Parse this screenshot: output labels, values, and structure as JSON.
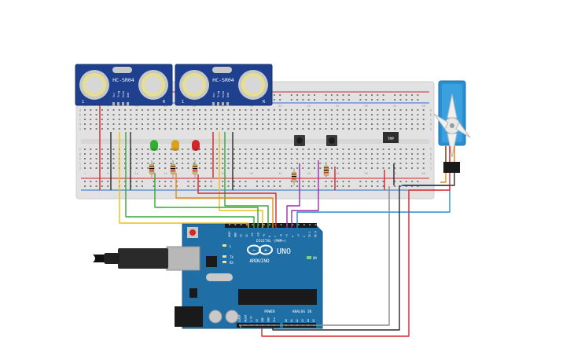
{
  "sensors": [
    {
      "model": "HC-SR04",
      "left_pin": "1",
      "right_pin": "R",
      "pins": [
        "Vcc",
        "Trig",
        "Echo",
        "Gnd"
      ]
    },
    {
      "model": "HC-SR04",
      "left_pin": "1",
      "right_pin": "R",
      "pins": [
        "Vcc",
        "Trig",
        "Echo",
        "Gnd"
      ]
    }
  ],
  "breadboard": {
    "row_letters_top": [
      "a",
      "b",
      "c",
      "d",
      "e"
    ],
    "row_letters_bottom": [
      "f",
      "g",
      "h",
      "i",
      "j"
    ],
    "col_numbers": [
      "1",
      "5",
      "10",
      "15",
      "20",
      "25",
      "30",
      "35",
      "40",
      "45",
      "50",
      "55",
      "60"
    ]
  },
  "leds": [
    {
      "color": "#2fb02f"
    },
    {
      "color": "#d9a21c"
    },
    {
      "color": "#d3262a"
    }
  ],
  "temp_sensor": {
    "label": "TMP"
  },
  "arduino": {
    "brand": "ARDUINO",
    "model": "UNO",
    "on_label": "ON",
    "tx_label": "TX",
    "rx_label": "RX",
    "l_label": "L",
    "digital_header_label": "DIGITAL (PWM~)",
    "power_label": "POWER",
    "analog_label": "ANALOG IN",
    "digital_pins": [
      "AREF",
      "GND",
      "13",
      "12",
      "~11",
      "~10",
      "~9",
      "8",
      "7",
      "~6",
      "~5",
      "4",
      "~3",
      "2",
      "TX 1",
      "RX 0"
    ],
    "power_pins": [
      "IOREF",
      "RESET",
      "3.3V",
      "5V",
      "GND",
      "GND",
      "Vin"
    ],
    "analog_pins": [
      "A0",
      "A1",
      "A2",
      "A3",
      "A4",
      "A5"
    ]
  },
  "wire_colors": {
    "red": "#d3262a",
    "black": "#2b2b2b",
    "yellow": "#e6c21a",
    "green": "#3aa63a",
    "orange": "#e58a1a",
    "purple": "#9b2fa8",
    "blue": "#2a8fd0",
    "gray": "#8a8a8a"
  }
}
